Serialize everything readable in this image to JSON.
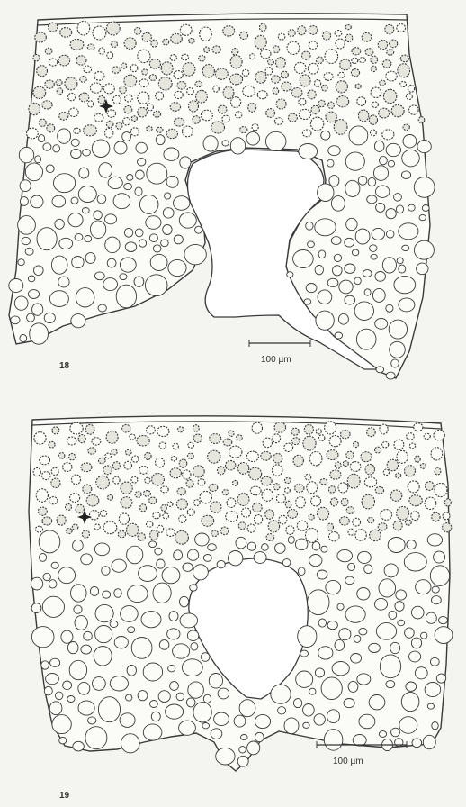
{
  "figures": [
    {
      "label": "18",
      "scale_bar": "100 µm"
    },
    {
      "label": "19",
      "scale_bar": "100 µm"
    }
  ],
  "colors": {
    "background": "#f4f4f0",
    "ink": "#3a3a3a",
    "cell_fill": "#fbfbf8",
    "spotted_cell": "#e6e6df",
    "marker": "#222222"
  }
}
